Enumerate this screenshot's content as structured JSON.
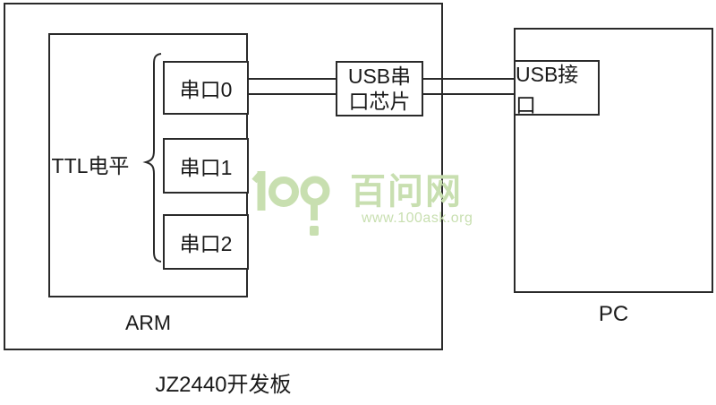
{
  "colors": {
    "line": "#2a2a2a",
    "text": "#1a1a1a",
    "watermark_green": "#c8dfb0",
    "background": "#ffffff"
  },
  "board": {
    "label": "JZ2440开发板",
    "chip_label": "ARM",
    "ttl_label": "TTL电平",
    "serial_ports": [
      "串口0",
      "串口1",
      "串口2"
    ],
    "usb_chip_line1": "USB串",
    "usb_chip_line2": "口芯片"
  },
  "pc": {
    "label": "PC",
    "usb_port_label": "USB接口"
  },
  "watermark": {
    "logo": "100?",
    "brand": "百问网",
    "url": "www.100ask.org"
  }
}
